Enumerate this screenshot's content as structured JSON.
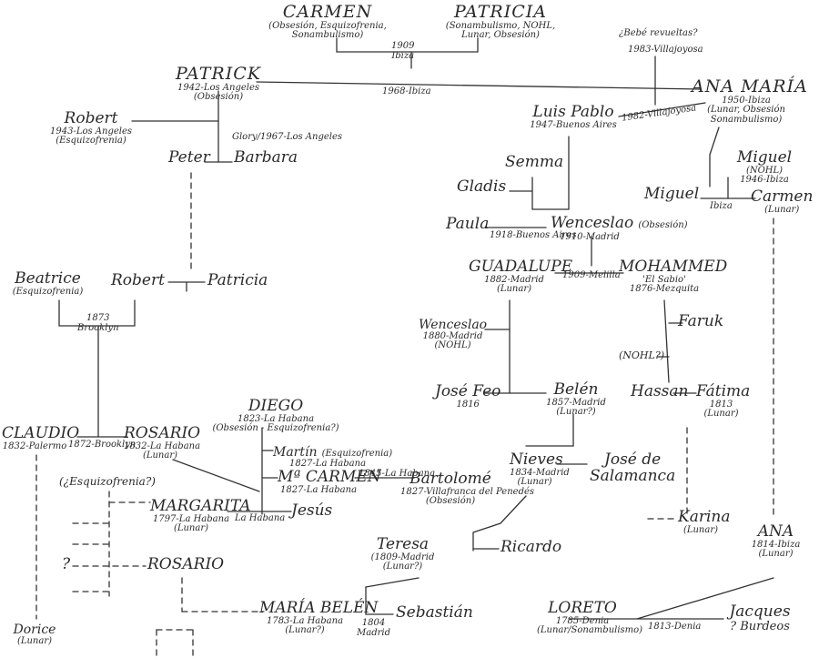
{
  "people": {
    "carmen_top": {
      "name": "CARMEN",
      "d1": "(Obsesión, Esquizofrenia,",
      "d2": "Sonambulismo)"
    },
    "patricia_top": {
      "name": "PATRICIA",
      "d1": "(Sonambulismo, NOHL,",
      "d2": "Lunar, Obsesión)"
    },
    "patrick": {
      "name": "PATRICK",
      "d1": "1942-Los Angeles",
      "d2": "(Obsesión)"
    },
    "ana_maria": {
      "name": "ANA MARÍA",
      "d1": "1950-Ibiza",
      "d2": "(Lunar, Obsesión",
      "d3": "Sonambulismo)"
    },
    "robert_top": {
      "name": "Robert",
      "d1": "1943-Los Angeles",
      "d2": "(Esquizofrenia)"
    },
    "peter": {
      "name": "Peter"
    },
    "barbara": {
      "name": "Barbara"
    },
    "luis_pablo": {
      "name": "Luis Pablo",
      "d1": "1947-Buenos Aires"
    },
    "miguel_nohl": {
      "name": "Miguel",
      "d1": "(NOHL)",
      "d2": "1946-Ibiza"
    },
    "miguel2": {
      "name": "Miguel"
    },
    "carmen2": {
      "name": "Carmen",
      "d1": "(Lunar)"
    },
    "semma": {
      "name": "Semma"
    },
    "gladis": {
      "name": "Gladis"
    },
    "paula": {
      "name": "Paula"
    },
    "wenceslao_top": {
      "name": "Wenceslao",
      "d1": "(Obsesión)"
    },
    "guadalupe": {
      "name": "GUADALUPE",
      "d1": "1882-Madrid",
      "d2": "(Lunar)"
    },
    "mohammed": {
      "name": "MOHAMMED",
      "d1": "'El Sabio'",
      "d2": "1876-Mezquita"
    },
    "beatrice": {
      "name": "Beatrice",
      "d1": "(Esquizofrenia)"
    },
    "robert_mid": {
      "name": "Robert"
    },
    "patricia_mid": {
      "name": "Patricia"
    },
    "wenceslao_mid": {
      "name": "Wenceslao",
      "d1": "1880-Madrid",
      "d2": "(NOHL)"
    },
    "farruk": {
      "name": "Faruk"
    },
    "nohl_label": {
      "name": "(NOHL?)"
    },
    "jose_feo": {
      "name": "José Feo",
      "d1": "1816"
    },
    "belen": {
      "name": "Belén",
      "d1": "1857-Madrid",
      "d2": "(Lunar?)"
    },
    "hassan": {
      "name": "Hassan"
    },
    "fatima": {
      "name": "Fátima",
      "d1": "1813",
      "d2": "(Lunar)"
    },
    "diego": {
      "name": "DIEGO",
      "d1": "1823-La Habana",
      "d2": "(Obsesión - Esquizofrenia?)"
    },
    "claudio": {
      "name": "CLAUDIO",
      "d1": "1832-Palermo"
    },
    "rosario_top": {
      "name": "ROSARIO",
      "d1": "1832-La Habana",
      "d2": "(Lunar)"
    },
    "martin": {
      "name": "Martín",
      "d1": "(Esquizofrenia)",
      "d2": "1827-La Habana"
    },
    "mcarmen": {
      "name": "Mª CARMEN",
      "d1": "1827-La Habana"
    },
    "bartolome": {
      "name": "Bartolomé",
      "d1": "1827-Villafranca del Penedés",
      "d2": "(Obsesión)"
    },
    "nieves": {
      "name": "Nieves",
      "d1": "1834-Madrid",
      "d2": "(Lunar)"
    },
    "jose_salamanca": {
      "name": "José de",
      "d1": "Salamanca"
    },
    "esquizo_q": {
      "name": "(¿Esquizofrenia?)"
    },
    "margarita": {
      "name": "MARGARITA",
      "d1": "1797-La Habana",
      "d2": "(Lunar)"
    },
    "jesus": {
      "name": "Jesús"
    },
    "karina": {
      "name": "Karina",
      "d1": "(Lunar)"
    },
    "ana_bottom": {
      "name": "ANA",
      "d1": "1814-Ibiza",
      "d2": "(Lunar)"
    },
    "teresa": {
      "name": "Teresa",
      "d1": "(1809-Madrid",
      "d2": "(Lunar?)"
    },
    "ricardo": {
      "name": "Ricardo"
    },
    "question": {
      "name": "?"
    },
    "rosario_bottom": {
      "name": "ROSARIO"
    },
    "maria_belen": {
      "name": "MARÍA BELÉN",
      "d1": "1783-La Habana",
      "d2": "(Lunar?)"
    },
    "sebastian": {
      "name": "Sebastián"
    },
    "loreto": {
      "name": "LORETO",
      "d1": "1785-Denia",
      "d2": "(Lunar/Sonambulismo)"
    },
    "jacques": {
      "name": "Jacques",
      "d1": "? Burdeos"
    },
    "dorice": {
      "name": "Dorice",
      "d1": "(Lunar)"
    }
  },
  "unions": {
    "carmen_patricia": "1909\nIbiza",
    "patrick_ana": "1968-Ibiza",
    "debe_ruevita": "¿Bebé revueltas?",
    "luis_ana_year": "1983-Villajoyosa",
    "luis_ana": "1982-Villajoyosa",
    "peter_barbara": "Glory/1967-Los Angeles",
    "miguel_carmen": "Ibiza",
    "paula_wenceslao": "1918-Buenos Aires",
    "wenceslao_place": "1910-Madrid",
    "guadalupe_mohammed": "1909-Melilla",
    "robert_beatrice": "1873\nBrooklyn",
    "claudio_rosario": "1872-Brooklyn",
    "mcarmen_bartolome": "1845-La Habana",
    "margarita_jesus": "La Habana",
    "maria_sebastian": "1804\nMadrid",
    "loreto_jacques": "1813-Denia"
  }
}
